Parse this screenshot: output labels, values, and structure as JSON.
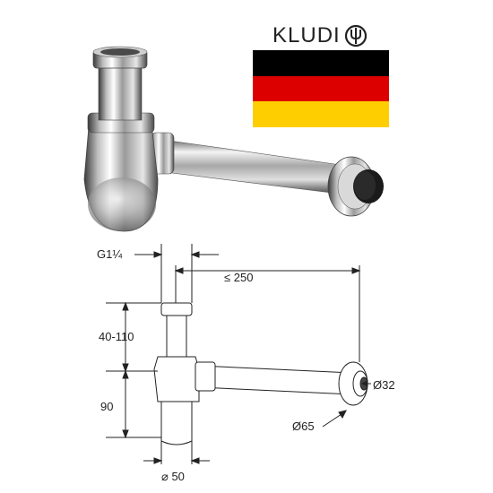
{
  "brand": {
    "name": "KLUDI",
    "logo_icon": "faucet-circle-logo"
  },
  "flag": {
    "country": "Germany",
    "colors": [
      "#000000",
      "#dd0000",
      "#ffce00"
    ]
  },
  "drawing": {
    "thread_label": "G1¼",
    "reach_label": "≤ 250",
    "height_adjust_label": "40-110",
    "bottle_height_label": "90",
    "pipe_diameter_label": "Ø32",
    "rosette_diameter_label": "Ø65",
    "body_diameter_label": "⌀ 50"
  }
}
